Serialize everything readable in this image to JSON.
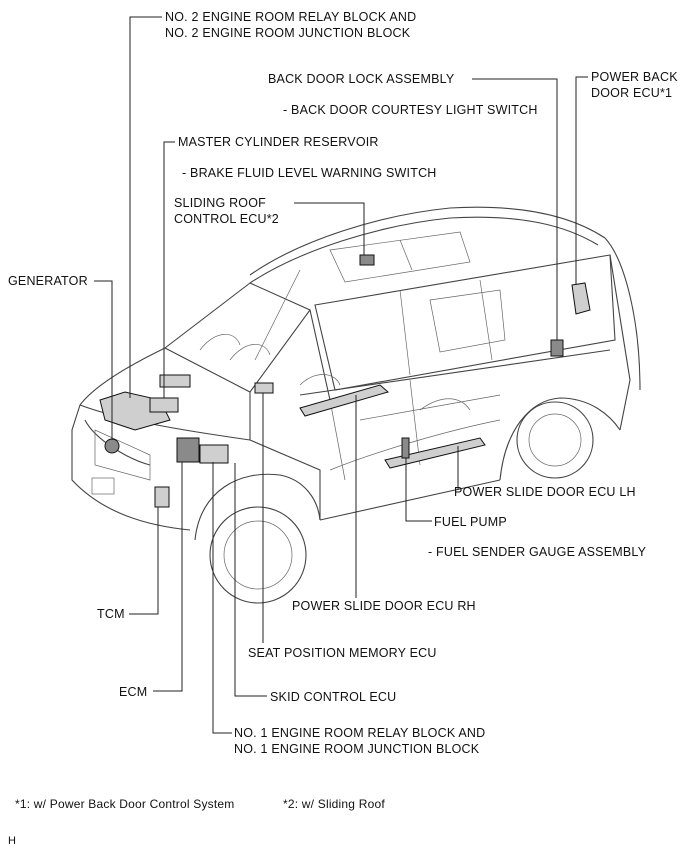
{
  "labels": {
    "relay2_l1": "NO. 2 ENGINE ROOM RELAY BLOCK AND",
    "relay2_l2": "NO. 2 ENGINE ROOM JUNCTION BLOCK",
    "back_door_lock": "BACK DOOR LOCK ASSEMBLY",
    "back_door_courtesy": "- BACK DOOR COURTESY LIGHT SWITCH",
    "power_back_l1": "POWER BACK",
    "power_back_l2": "DOOR ECU*1",
    "master_cyl": "MASTER CYLINDER RESERVOIR",
    "brake_fluid": "- BRAKE FLUID LEVEL WARNING SWITCH",
    "sliding_roof_l1": "SLIDING ROOF",
    "sliding_roof_l2": "CONTROL ECU*2",
    "generator": "GENERATOR",
    "psd_lh": "POWER SLIDE DOOR ECU LH",
    "fuel_pump": "FUEL PUMP",
    "fuel_sender": "- FUEL SENDER GAUGE ASSEMBLY",
    "tcm": "TCM",
    "psd_rh": "POWER SLIDE DOOR ECU RH",
    "seat_mem": "SEAT POSITION MEMORY ECU",
    "ecm": "ECM",
    "skid": "SKID CONTROL ECU",
    "relay1_l1": "NO. 1 ENGINE ROOM RELAY BLOCK AND",
    "relay1_l2": "NO. 1 ENGINE ROOM JUNCTION BLOCK"
  },
  "footnotes": {
    "note1": "*1: w/ Power Back Door Control System",
    "note2": "*2: w/ Sliding Roof"
  },
  "figure_code": "H"
}
